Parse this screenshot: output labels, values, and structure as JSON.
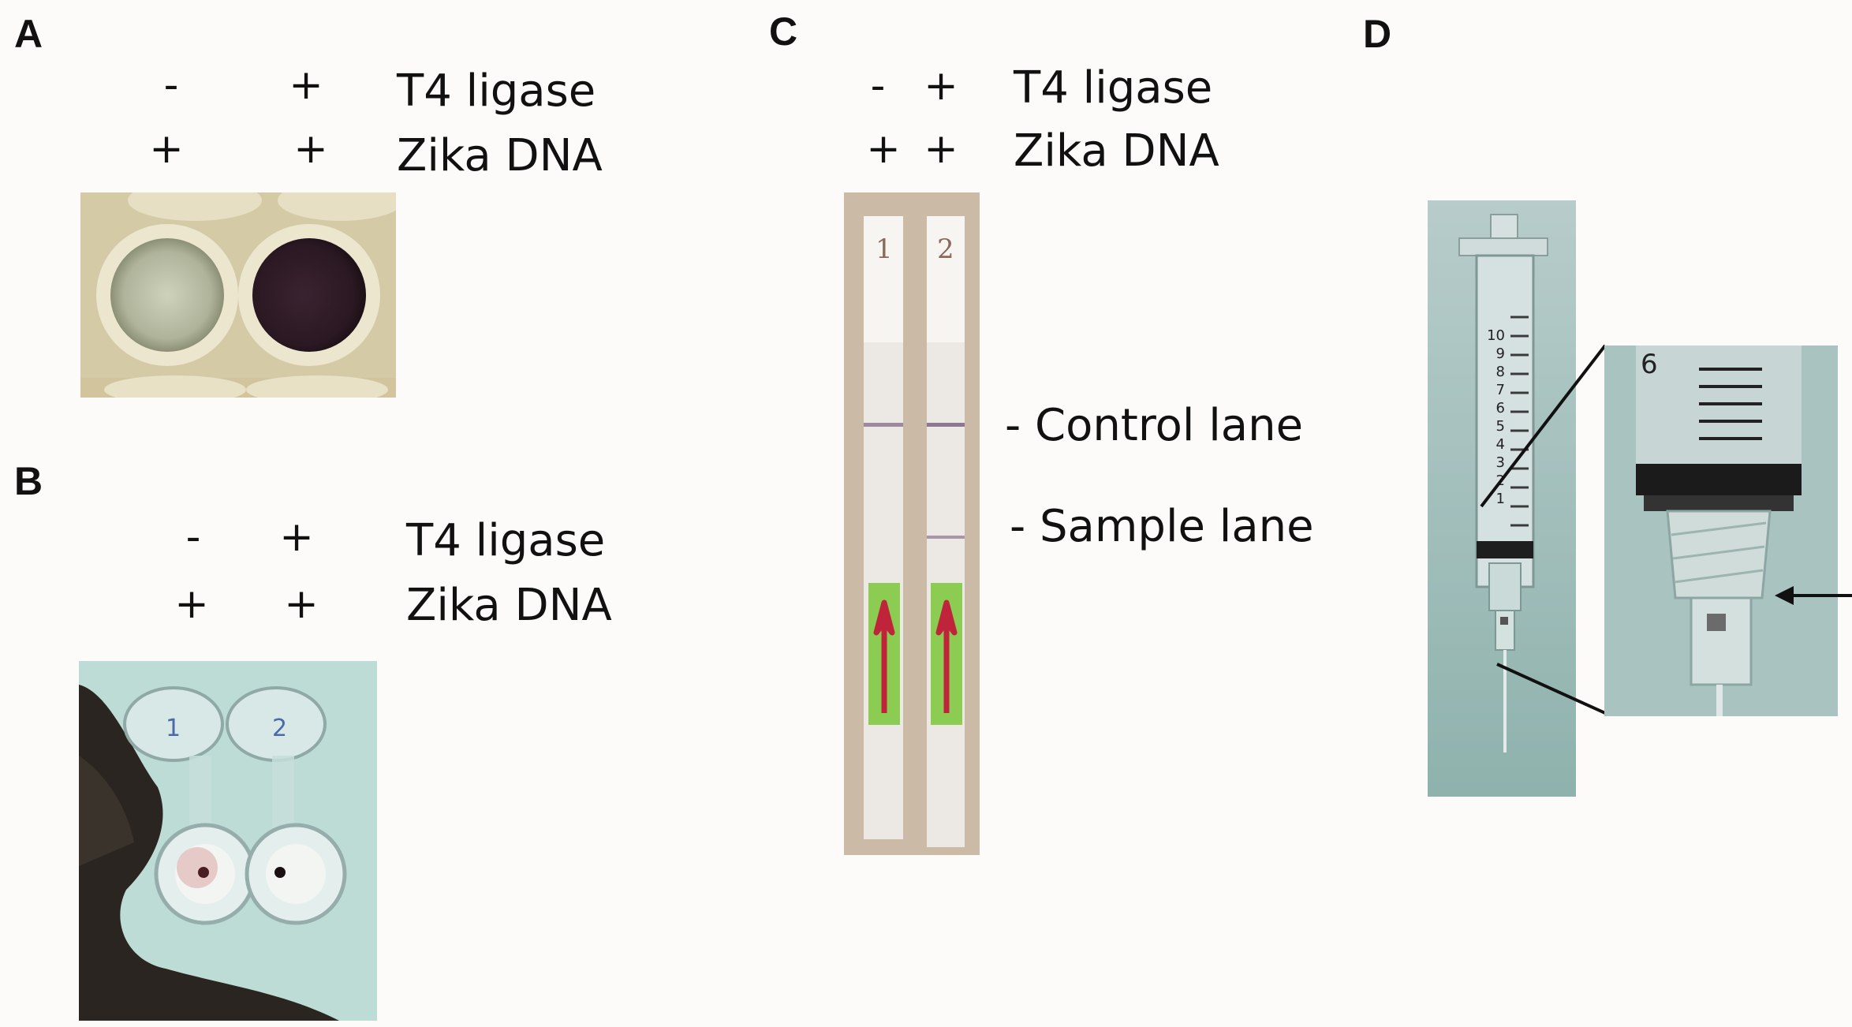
{
  "figure": {
    "panel_A": {
      "letter": "A",
      "header": {
        "t4_ligase": {
          "signs": [
            "-",
            "+"
          ],
          "label": "T4 ligase"
        },
        "zika_dna": {
          "signs": [
            "+",
            "+"
          ],
          "label": "Zika DNA"
        }
      },
      "photo": "microplate wells: left light, right dark purple"
    },
    "panel_B": {
      "letter": "B",
      "header": {
        "t4_ligase": {
          "signs": [
            "-",
            "+"
          ],
          "label": "T4 ligase"
        },
        "zika_dna": {
          "signs": [
            "+",
            "+"
          ],
          "label": "Zika DNA"
        }
      },
      "photo": "two tubes held in hand, viewed from below"
    },
    "panel_C": {
      "letter": "C",
      "header": {
        "t4_ligase": {
          "signs": [
            "-",
            "+"
          ],
          "label": "T4 ligase"
        },
        "zika_dna": {
          "signs": [
            "+",
            "+"
          ],
          "label": "Zika DNA"
        }
      },
      "strip_numbers": [
        "1",
        "2"
      ],
      "annotations": {
        "control": "- Control lane",
        "sample": "- Sample lane"
      }
    },
    "panel_D": {
      "letter": "D",
      "photo": "syringe with inset zoom and arrow",
      "syringe_scale": [
        "10",
        "9",
        "8",
        "7",
        "6",
        "5",
        "4",
        "3",
        "2",
        "1"
      ],
      "inset_scale_label": "6"
    },
    "colors": {
      "background": "#fcfbf9",
      "plate": "#d8cfae",
      "dark_well": "#3a2330",
      "strip_bg": "#c9b8a2",
      "arrow_red": "#c0243a",
      "green_pad": "#8ccc52",
      "syringe_bg": "#a9c3c0"
    }
  }
}
